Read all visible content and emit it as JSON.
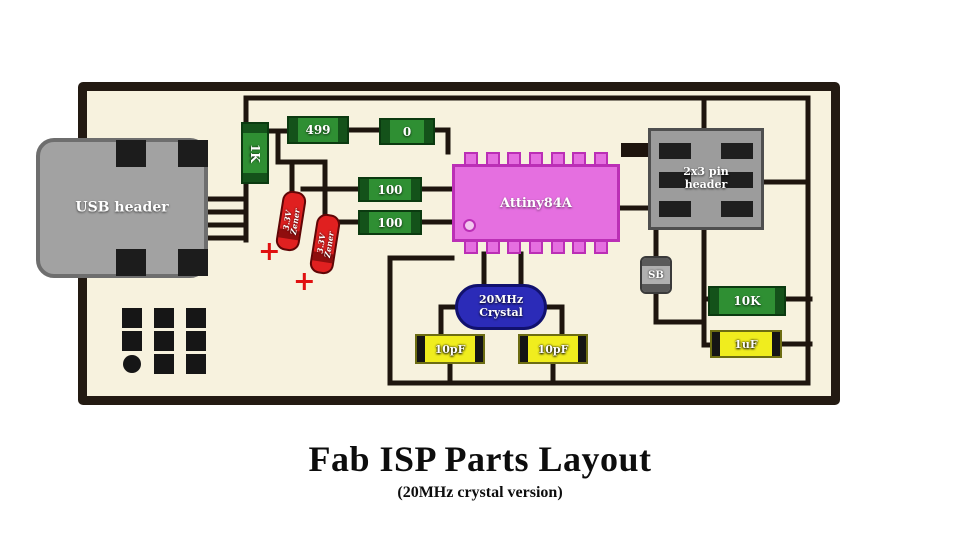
{
  "title": {
    "main": "Fab ISP Parts Layout",
    "sub": "(20MHz crystal version)"
  },
  "labels": {
    "usb": "USB header",
    "r1k": "1K",
    "r499": "499",
    "r0": "0",
    "r100a": "100",
    "r100b": "100",
    "zener_a": "3.3V Zener",
    "zener_b": "3.3V Zener",
    "ic": "Attiny84A",
    "header2x3": "2x3 pin header",
    "sb": "SB",
    "crystal": "20MHz Crystal",
    "c10pf_a": "10pF",
    "c10pf_b": "10pF",
    "r10k": "10K",
    "c1uf": "1uF"
  },
  "marks": {
    "plus_a": "+",
    "plus_b": "+"
  },
  "colors": {
    "resistor_body": "#2f8f33",
    "resistor_end": "#14521a",
    "capacitor_body": "#f0ed1e",
    "zener_body": "#e02020",
    "ic_body": "#e56fe0",
    "crystal_body": "#2b2bb8",
    "connector_gray": "#9c9c9c",
    "board_fill": "#f7f2de",
    "trace": "#1e150e",
    "plus_mark": "#e01010"
  }
}
